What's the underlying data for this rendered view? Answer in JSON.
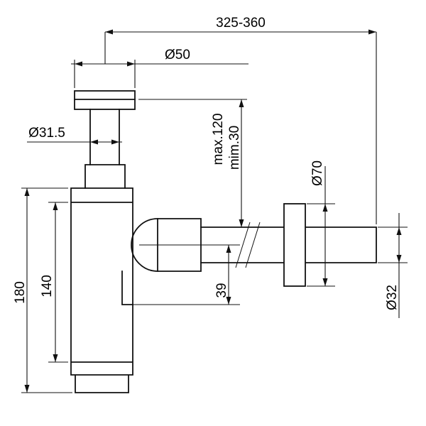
{
  "drawing": {
    "background": "#ffffff",
    "line_color": "#111111",
    "dims": {
      "span": "325-360",
      "d50": "Ø50",
      "d315": "Ø31.5",
      "max": "max.120",
      "min": "mim.30",
      "d70": "Ø70",
      "h180": "180",
      "h140": "140",
      "o39": "39",
      "d32": "Ø32"
    }
  }
}
